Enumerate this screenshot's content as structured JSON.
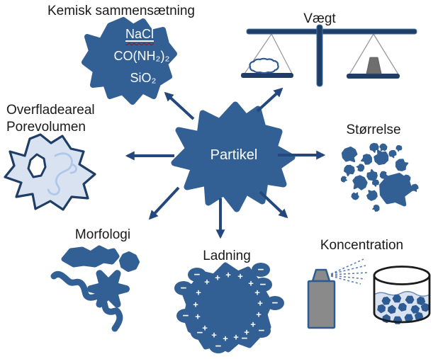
{
  "colors": {
    "primary_blue": "#336094",
    "dark_navy": "#1F3E66",
    "arrow_blue": "#24487E",
    "light_blue": "#D9E2F0",
    "pore_blue": "#AFC7E8",
    "can_gray": "#8A8A8A",
    "weight_gray": "#6E6E6E",
    "glass_black": "#1B1B1B",
    "spellcheck_red": "#C00000"
  },
  "center": {
    "label": "Partikel"
  },
  "nodes": {
    "chemical": {
      "label": "Kemisk sammensætning",
      "formulas": [
        "NaCl",
        "CO(NH₂)₂",
        "SiO₂"
      ]
    },
    "weight": {
      "label": "Vægt"
    },
    "surface": {
      "label_line1": "Overfladeareal",
      "label_line2": "Porevolumen"
    },
    "size": {
      "label": "Størrelse"
    },
    "morphology": {
      "label": "Morfologi"
    },
    "charge": {
      "label": "Ladning",
      "plus_symbol": "+",
      "minus_symbol": "−"
    },
    "concentration": {
      "label": "Koncentration"
    }
  }
}
